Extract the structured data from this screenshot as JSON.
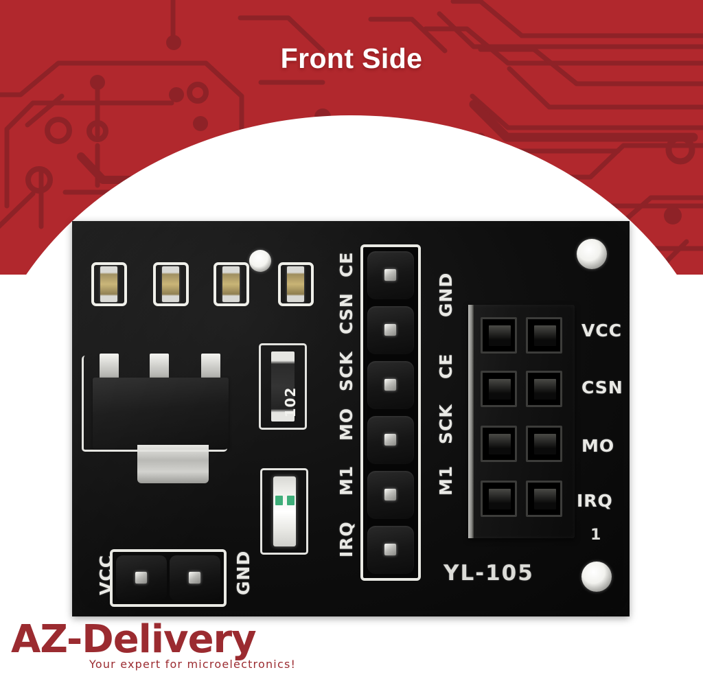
{
  "header": {
    "title": "Front Side",
    "bg_color": "#b1282d",
    "trace_color": "#8e2227",
    "title_color": "#ffffff"
  },
  "board": {
    "marking": "YL-105",
    "pin1_marker": "1",
    "left_silkscreen": [
      {
        "label": "CE"
      },
      {
        "label": "CSN"
      },
      {
        "label": "SCK"
      },
      {
        "label": "MO"
      },
      {
        "label": "M1"
      },
      {
        "label": "IRQ"
      }
    ],
    "header8_left_labels": [
      {
        "label": "GND"
      },
      {
        "label": "CE"
      },
      {
        "label": "SCK"
      },
      {
        "label": "M1"
      }
    ],
    "header8_right_labels": [
      {
        "label": "VCC"
      },
      {
        "label": "CSN"
      },
      {
        "label": "MO"
      },
      {
        "label": "IRQ"
      }
    ],
    "power_header": {
      "left_label": "VCC",
      "right_label": "GND"
    },
    "resistor_code": "102",
    "pcb_color": "#0e0e0e",
    "silkscreen_color": "#e9e9e5"
  },
  "footer": {
    "logo_text": "AZ-Delivery",
    "tagline": "Your expert for microelectronics!",
    "logo_color": "#9b2b30"
  }
}
